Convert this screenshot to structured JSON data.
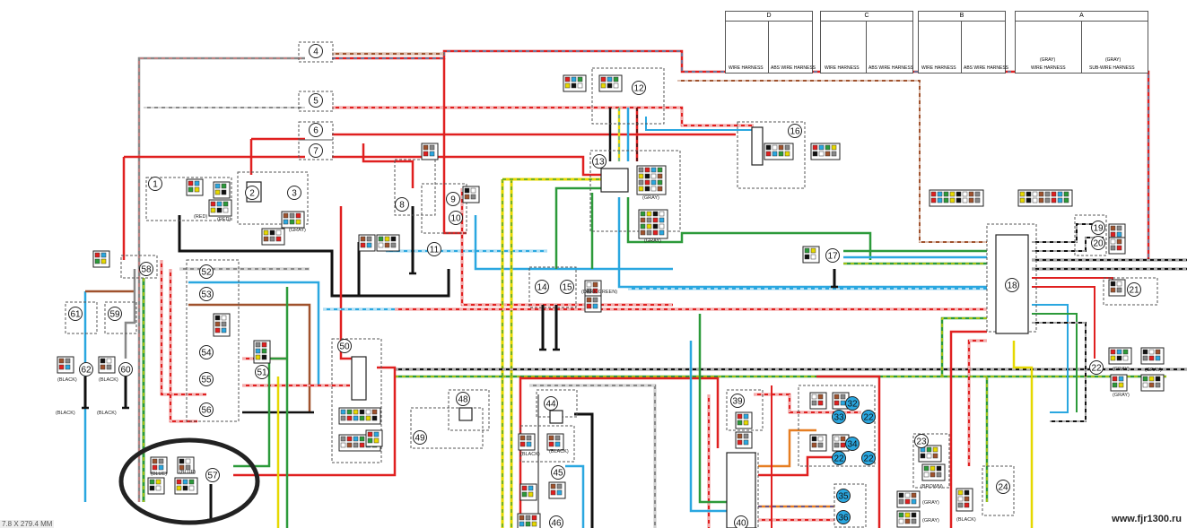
{
  "legend": {
    "groups": [
      {
        "letter": "D",
        "captions": [
          "WIRE HARNESS",
          "ABS WIRE HARNESS"
        ]
      },
      {
        "letter": "C",
        "captions": [
          "WIRE HARNESS",
          "ABS WIRE HARNESS"
        ]
      },
      {
        "letter": "B",
        "captions": [
          "WIRE HARNESS",
          "ABS WIRE HARNESS"
        ]
      },
      {
        "letter": "A",
        "captions": [
          "WIRE HARNESS",
          "SUB-WIRE HARNESS"
        ],
        "notes": [
          "(GRAY)",
          "(GRAY)"
        ]
      }
    ]
  },
  "components": [
    "1",
    "2",
    "3",
    "4",
    "5",
    "6",
    "7",
    "8",
    "9",
    "10",
    "11",
    "12",
    "13",
    "14",
    "15",
    "16",
    "17",
    "18",
    "19",
    "20",
    "21",
    "22",
    "23",
    "24",
    "32",
    "33",
    "34",
    "35",
    "36",
    "39",
    "40",
    "44",
    "45",
    "46",
    "48",
    "49",
    "50",
    "51",
    "52",
    "53",
    "54",
    "55",
    "56",
    "57",
    "58",
    "59",
    "60",
    "61",
    "62"
  ],
  "connector_notes": {
    "red_a": "(RED)",
    "red_b": "(RED)",
    "gray_3": "(GRAY)",
    "gray_13a": "(GRAY)",
    "gray_13b": "(GRAY)",
    "dark_green": "(DARK GREEN)",
    "black_62": "(BLACK)",
    "black_60": "(BLACK)",
    "black_62b": "(BLACK)",
    "black_60b": "(BLACK)",
    "blue_a": "(BLUE)",
    "blue_b": "(BLUE)",
    "black_44": "(BLACK)",
    "black_45": "(BLACK)",
    "gray_22a": "(GRAY)",
    "gray_22b": "(GRAY)",
    "gray_22c": "(GRAY)",
    "brown_23": "(BROWN)",
    "gray_36a": "(GRAY)",
    "gray_36b": "(GRAY)",
    "black_24": "(BLACK)"
  },
  "scale_text": "7.8 X 279.4 MM",
  "watermark": "www.fjr1300.ru",
  "wire_colors": {
    "red": "#e02020",
    "blue": "#2aa7e0",
    "green": "#2c9a3a",
    "yellow": "#e6d800",
    "black": "#111111",
    "brown": "#a0522d",
    "gray": "#888888",
    "orange": "#e67e22",
    "dark_blue": "#1f3fc4",
    "pink": "#e08080",
    "white": "#ffffff",
    "highlight": "#222222"
  }
}
